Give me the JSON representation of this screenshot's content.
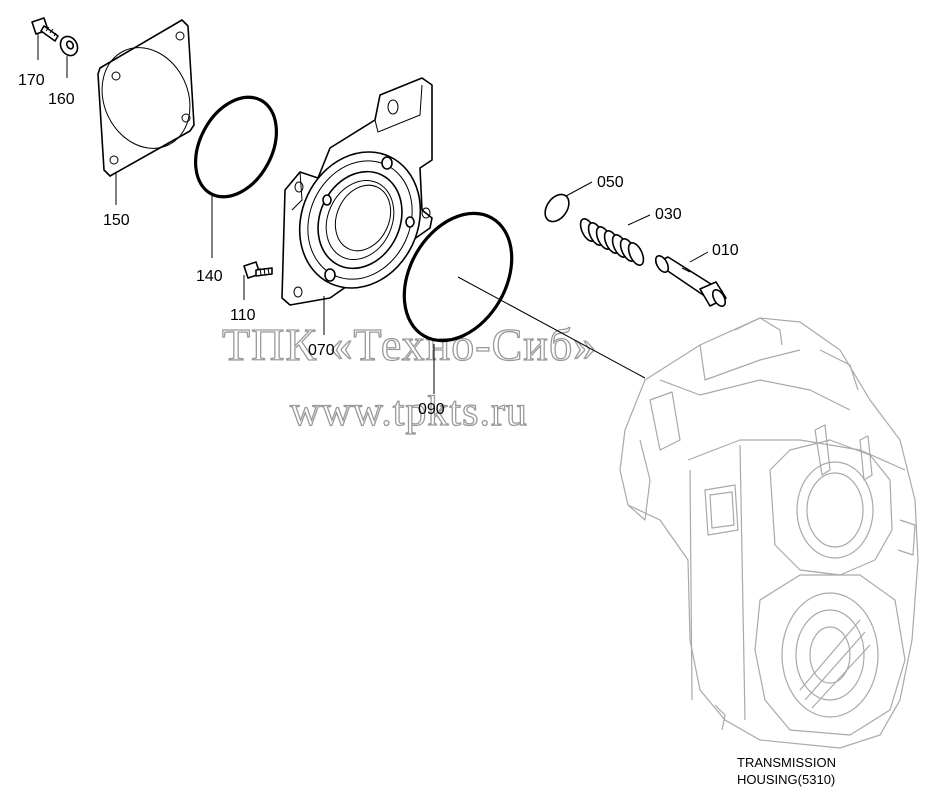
{
  "parts": {
    "p010": "010",
    "p030": "030",
    "p050": "050",
    "p070": "070",
    "p090": "090",
    "p110": "110",
    "p140": "140",
    "p150": "150",
    "p160": "160",
    "p170": "170"
  },
  "housing_label": {
    "line1": "TRANSMISSION",
    "line2": "HOUSING(5310)"
  },
  "watermark": {
    "line1": "ТПК «Техно-Сиб»",
    "line2": "www.tpkts.ru"
  }
}
